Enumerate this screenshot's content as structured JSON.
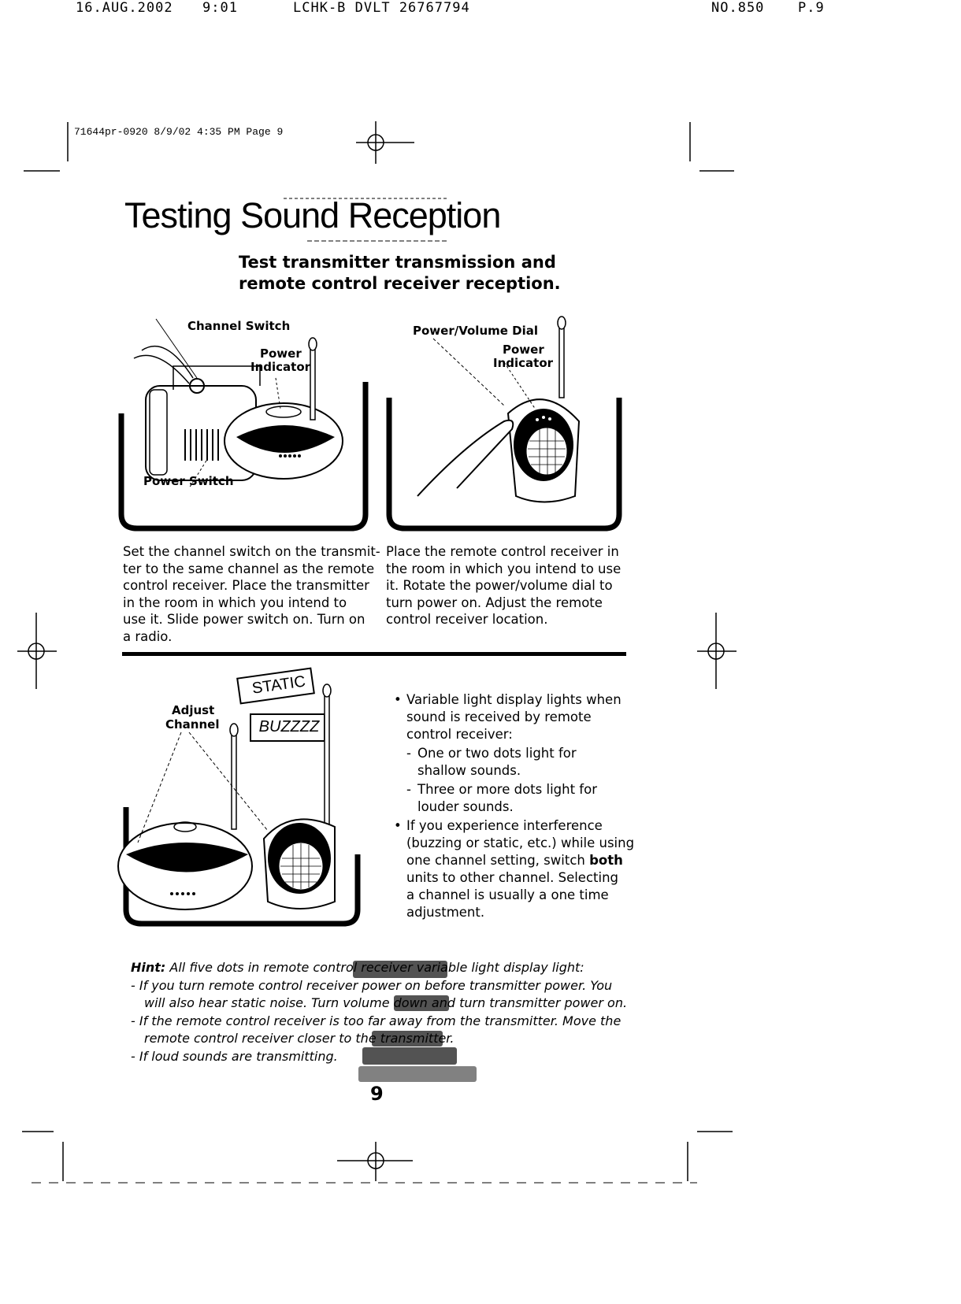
{
  "fax_header": {
    "date": "16.AUG.2002",
    "time": "9:01",
    "sender": "LCHK-B DVLT 26767794",
    "number": "NO.850",
    "page": "P.9"
  },
  "print_slug": "71644pr-0920  8/9/02  4:35 PM  Page 9",
  "title": "Testing Sound Reception",
  "subtitle": {
    "line1": "Test transmitter transmission and",
    "line2": "remote control receiver reception."
  },
  "figure1": {
    "channel_switch": "Channel Switch",
    "power": "Power",
    "indicator": "Indicator",
    "power_switch": "Power Switch"
  },
  "figure2": {
    "dial": "Power/Volume Dial",
    "power": "Power",
    "indicator": "Indicator"
  },
  "figure3": {
    "adjust": "Adjust",
    "channel": "Channel",
    "static": "STATIC",
    "buzz": "BUZZZZ"
  },
  "left_paragraph": [
    "Set the channel switch on the transmit-",
    "ter to the same channel as the remote",
    "control receiver. Place the transmitter",
    "in the room in which you intend to",
    "use it. Slide power switch on. Turn on",
    "a radio."
  ],
  "right_paragraph": [
    "Place the remote control receiver in",
    "the room in which you intend to use",
    "it. Rotate the power/volume dial to",
    "turn power on. Adjust the remote",
    "control receiver location."
  ],
  "bullets": {
    "b1": [
      "Variable light display lights when",
      "sound is received by remote",
      "control receiver:"
    ],
    "s1": [
      "One or two dots light for",
      "shallow sounds."
    ],
    "s2": [
      "Three or more dots light for",
      "louder sounds."
    ],
    "b2": {
      "l1": "If you experience interference",
      "l2": "(buzzing or static, etc.) while using",
      "l3_pre": "one channel setting, switch ",
      "l3_bold": "both",
      "l4": "units to other channel. Selecting",
      "l5": "a channel is usually a one time",
      "l6": "adjustment."
    }
  },
  "hint": {
    "label": "Hint:",
    "intro": "All five dots in remote control receiver variable light display light:",
    "items": [
      [
        "If you turn remote control receiver power on before transmitter power. You",
        "will also hear static noise. Turn volume down and turn transmitter power on."
      ],
      [
        "If the remote control receiver is too far away from the transmitter. Move the",
        "remote control receiver closer to the transmitter."
      ],
      [
        "If loud sounds are transmitting."
      ]
    ]
  },
  "page_number": "9"
}
